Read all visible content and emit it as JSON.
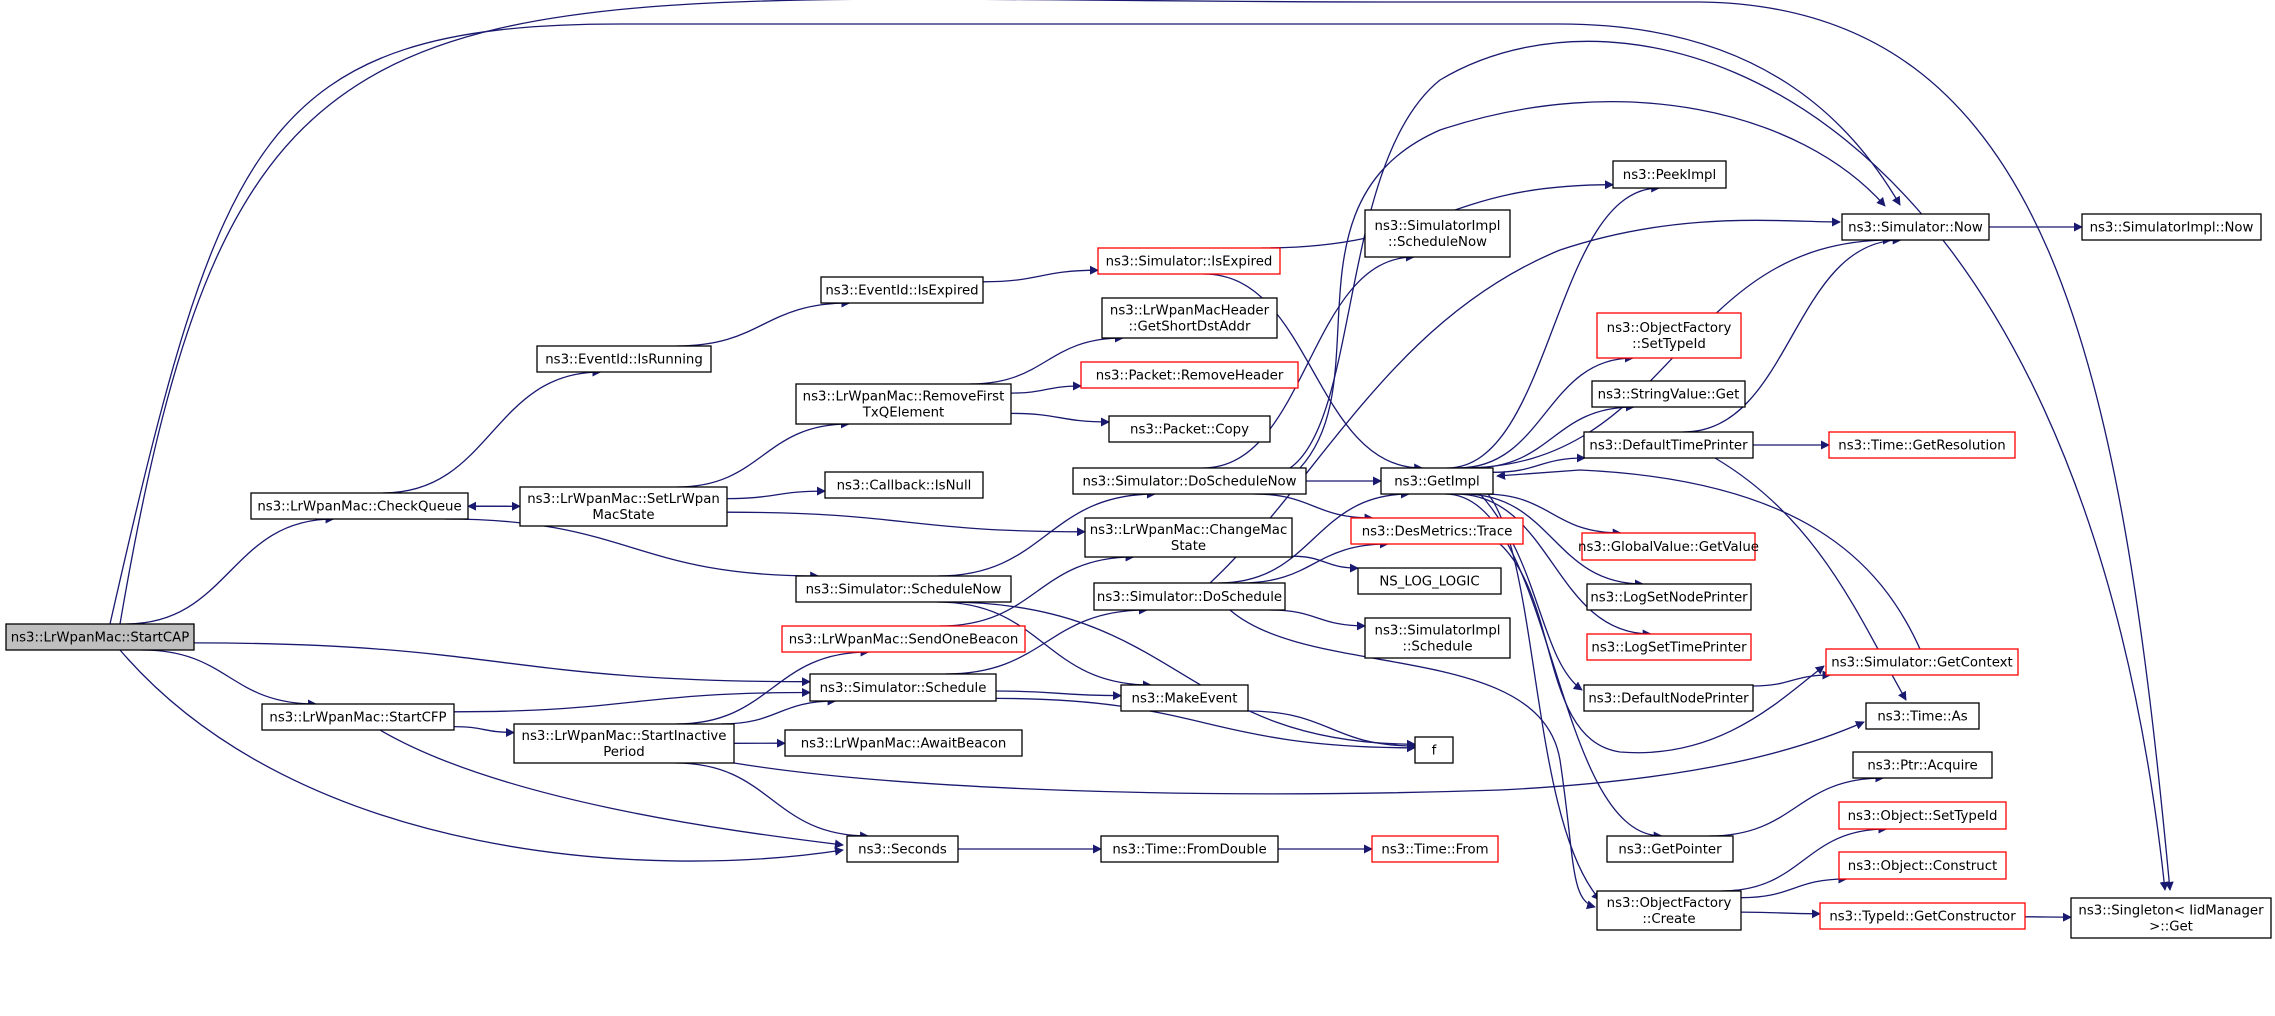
{
  "colors": {
    "edge": "#191970",
    "truncated_border": "#ff0000",
    "root_fill": "#bfbfbf",
    "node_border": "#000000"
  },
  "nodes": [
    {
      "id": "startcap",
      "lines": [
        "ns3::LrWpanMac::StartCAP"
      ],
      "root": true,
      "truncated": false
    },
    {
      "id": "checkqueue",
      "lines": [
        "ns3::LrWpanMac::CheckQueue"
      ],
      "truncated": false
    },
    {
      "id": "startcfp",
      "lines": [
        "ns3::LrWpanMac::StartCFP"
      ],
      "truncated": false
    },
    {
      "id": "isrunning",
      "lines": [
        "ns3::EventId::IsRunning"
      ],
      "truncated": false
    },
    {
      "id": "setstate",
      "lines": [
        "ns3::LrWpanMac::SetLrWpan",
        "MacState"
      ],
      "truncated": false
    },
    {
      "id": "startinactive",
      "lines": [
        "ns3::LrWpanMac::StartInactive",
        "Period"
      ],
      "truncated": false
    },
    {
      "id": "isexpired",
      "lines": [
        "ns3::EventId::IsExpired"
      ],
      "truncated": false
    },
    {
      "id": "removefirst",
      "lines": [
        "ns3::LrWpanMac::RemoveFirst",
        "TxQElement"
      ],
      "truncated": false
    },
    {
      "id": "isnull",
      "lines": [
        "ns3::Callback::IsNull"
      ],
      "truncated": false
    },
    {
      "id": "schedulenow",
      "lines": [
        "ns3::Simulator::ScheduleNow"
      ],
      "truncated": false
    },
    {
      "id": "sendonebeacon",
      "lines": [
        "ns3::LrWpanMac::SendOneBeacon"
      ],
      "truncated": true
    },
    {
      "id": "schedule",
      "lines": [
        "ns3::Simulator::Schedule"
      ],
      "truncated": false
    },
    {
      "id": "awaitbeacon",
      "lines": [
        "ns3::LrWpanMac::AwaitBeacon"
      ],
      "truncated": false
    },
    {
      "id": "seconds",
      "lines": [
        "ns3::Seconds"
      ],
      "truncated": false
    },
    {
      "id": "simisexpired",
      "lines": [
        "ns3::Simulator::IsExpired"
      ],
      "truncated": true
    },
    {
      "id": "getshortdst",
      "lines": [
        "ns3::LrWpanMacHeader",
        "::GetShortDstAddr"
      ],
      "truncated": false
    },
    {
      "id": "removeheader",
      "lines": [
        "ns3::Packet::RemoveHeader"
      ],
      "truncated": true
    },
    {
      "id": "packetcopy",
      "lines": [
        "ns3::Packet::Copy"
      ],
      "truncated": false
    },
    {
      "id": "doschedulenow",
      "lines": [
        "ns3::Simulator::DoScheduleNow"
      ],
      "truncated": false
    },
    {
      "id": "changemac",
      "lines": [
        "ns3::LrWpanMac::ChangeMac",
        "State"
      ],
      "truncated": false
    },
    {
      "id": "doschedule",
      "lines": [
        "ns3::Simulator::DoSchedule"
      ],
      "truncated": false
    },
    {
      "id": "makeevent",
      "lines": [
        "ns3::MakeEvent"
      ],
      "truncated": false
    },
    {
      "id": "fromdouble",
      "lines": [
        "ns3::Time::FromDouble"
      ],
      "truncated": false
    },
    {
      "id": "implschedulenow",
      "lines": [
        "ns3::SimulatorImpl",
        "::ScheduleNow"
      ],
      "truncated": false
    },
    {
      "id": "getimpl",
      "lines": [
        "ns3::GetImpl"
      ],
      "truncated": false
    },
    {
      "id": "desmetrics",
      "lines": [
        "ns3::DesMetrics::Trace"
      ],
      "truncated": true
    },
    {
      "id": "nslog",
      "lines": [
        "NS_LOG_LOGIC"
      ],
      "truncated": false
    },
    {
      "id": "implschedule",
      "lines": [
        "ns3::SimulatorImpl",
        "::Schedule"
      ],
      "truncated": false
    },
    {
      "id": "f",
      "lines": [
        "f"
      ],
      "truncated": false
    },
    {
      "id": "timefrom",
      "lines": [
        "ns3::Time::From"
      ],
      "truncated": true
    },
    {
      "id": "objfactcreate",
      "lines": [
        "ns3::ObjectFactory",
        "::Create"
      ],
      "truncated": false
    },
    {
      "id": "peekimpl",
      "lines": [
        "ns3::PeekImpl"
      ],
      "truncated": false
    },
    {
      "id": "settypeid",
      "lines": [
        "ns3::ObjectFactory",
        "::SetTypeId"
      ],
      "truncated": true
    },
    {
      "id": "stringget",
      "lines": [
        "ns3::StringValue::Get"
      ],
      "truncated": false
    },
    {
      "id": "deftimeprinter",
      "lines": [
        "ns3::DefaultTimePrinter"
      ],
      "truncated": false
    },
    {
      "id": "globalvalue",
      "lines": [
        "ns3::GlobalValue::GetValue"
      ],
      "truncated": true
    },
    {
      "id": "lognodeprinter",
      "lines": [
        "ns3::LogSetNodePrinter"
      ],
      "truncated": false
    },
    {
      "id": "logtimeprinter",
      "lines": [
        "ns3::LogSetTimePrinter"
      ],
      "truncated": true
    },
    {
      "id": "defnodeprinter",
      "lines": [
        "ns3::DefaultNodePrinter"
      ],
      "truncated": false
    },
    {
      "id": "getpointer",
      "lines": [
        "ns3::GetPointer"
      ],
      "truncated": false
    },
    {
      "id": "simnow",
      "lines": [
        "ns3::Simulator::Now"
      ],
      "truncated": false
    },
    {
      "id": "getresolution",
      "lines": [
        "ns3::Time::GetResolution"
      ],
      "truncated": true
    },
    {
      "id": "getcontext",
      "lines": [
        "ns3::Simulator::GetContext"
      ],
      "truncated": true
    },
    {
      "id": "timeas",
      "lines": [
        "ns3::Time::As"
      ],
      "truncated": false
    },
    {
      "id": "ptracquire",
      "lines": [
        "ns3::Ptr::Acquire"
      ],
      "truncated": false
    },
    {
      "id": "objsettypeid",
      "lines": [
        "ns3::Object::SetTypeId"
      ],
      "truncated": true
    },
    {
      "id": "objconstruct",
      "lines": [
        "ns3::Object::Construct"
      ],
      "truncated": true
    },
    {
      "id": "getconstructor",
      "lines": [
        "ns3::TypeId::GetConstructor"
      ],
      "truncated": true
    },
    {
      "id": "implnow",
      "lines": [
        "ns3::SimulatorImpl::Now"
      ],
      "truncated": false
    },
    {
      "id": "singleton",
      "lines": [
        "ns3::Singleton< IidManager",
        ">::Get"
      ],
      "truncated": false
    }
  ],
  "edges": [
    [
      "startcap",
      "checkqueue"
    ],
    [
      "startcap",
      "startcfp"
    ],
    [
      "startcap",
      "schedule"
    ],
    [
      "startcap",
      "seconds"
    ],
    [
      "startcap",
      "simnow"
    ],
    [
      "startcap",
      "singleton"
    ],
    [
      "checkqueue",
      "isrunning"
    ],
    [
      "checkqueue",
      "setstate"
    ],
    [
      "checkqueue",
      "schedulenow"
    ],
    [
      "setstate",
      "checkqueue"
    ],
    [
      "setstate",
      "removefirst"
    ],
    [
      "setstate",
      "isnull"
    ],
    [
      "setstate",
      "changemac"
    ],
    [
      "isrunning",
      "isexpired"
    ],
    [
      "isexpired",
      "simisexpired"
    ],
    [
      "simisexpired",
      "peekimpl"
    ],
    [
      "simisexpired",
      "getimpl"
    ],
    [
      "removefirst",
      "getshortdst"
    ],
    [
      "removefirst",
      "removeheader"
    ],
    [
      "removefirst",
      "packetcopy"
    ],
    [
      "schedulenow",
      "doschedulenow"
    ],
    [
      "schedulenow",
      "makeevent"
    ],
    [
      "schedulenow",
      "f"
    ],
    [
      "doschedulenow",
      "implschedulenow"
    ],
    [
      "doschedulenow",
      "getimpl"
    ],
    [
      "doschedulenow",
      "desmetrics"
    ],
    [
      "doschedulenow",
      "simnow"
    ],
    [
      "doschedulenow",
      "singleton"
    ],
    [
      "changemac",
      "nslog"
    ],
    [
      "startcfp",
      "schedule"
    ],
    [
      "startcfp",
      "startinactive"
    ],
    [
      "startcfp",
      "seconds"
    ],
    [
      "startinactive",
      "sendonebeacon"
    ],
    [
      "startinactive",
      "schedule"
    ],
    [
      "startinactive",
      "awaitbeacon"
    ],
    [
      "startinactive",
      "seconds"
    ],
    [
      "startinactive",
      "timeas"
    ],
    [
      "sendonebeacon",
      "changemac"
    ],
    [
      "schedule",
      "doschedule"
    ],
    [
      "schedule",
      "makeevent"
    ],
    [
      "schedule",
      "f"
    ],
    [
      "makeevent",
      "f"
    ],
    [
      "doschedule",
      "getimpl"
    ],
    [
      "doschedule",
      "desmetrics"
    ],
    [
      "doschedule",
      "implschedule"
    ],
    [
      "doschedule",
      "simnow"
    ],
    [
      "doschedule",
      "objfactcreate"
    ],
    [
      "desmetrics",
      "getcontext"
    ],
    [
      "seconds",
      "fromdouble"
    ],
    [
      "fromdouble",
      "timefrom"
    ],
    [
      "getimpl",
      "peekimpl"
    ],
    [
      "getimpl",
      "simnow"
    ],
    [
      "getimpl",
      "settypeid"
    ],
    [
      "getimpl",
      "stringget"
    ],
    [
      "getimpl",
      "deftimeprinter"
    ],
    [
      "getimpl",
      "globalvalue"
    ],
    [
      "getimpl",
      "lognodeprinter"
    ],
    [
      "getimpl",
      "logtimeprinter"
    ],
    [
      "getimpl",
      "defnodeprinter"
    ],
    [
      "getimpl",
      "getpointer"
    ],
    [
      "getimpl",
      "objfactcreate"
    ],
    [
      "deftimeprinter",
      "simnow"
    ],
    [
      "deftimeprinter",
      "getresolution"
    ],
    [
      "deftimeprinter",
      "timeas"
    ],
    [
      "defnodeprinter",
      "getcontext"
    ],
    [
      "getcontext",
      "getimpl"
    ],
    [
      "simnow",
      "implnow"
    ],
    [
      "getpointer",
      "ptracquire"
    ],
    [
      "objfactcreate",
      "objsettypeid"
    ],
    [
      "objfactcreate",
      "objconstruct"
    ],
    [
      "objfactcreate",
      "getconstructor"
    ],
    [
      "getconstructor",
      "singleton"
    ]
  ]
}
